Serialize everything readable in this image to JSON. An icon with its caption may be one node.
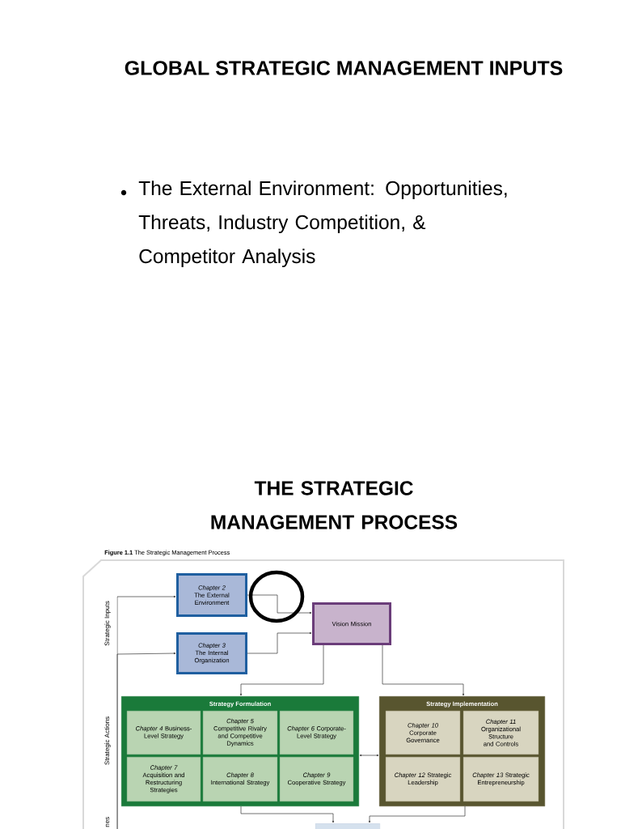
{
  "diagram": {
    "title": "GLOBAL STRATEGIC MANAGEMENT INPUTS",
    "nodes": [
      {
        "text": [
          "*Chapter 2* The External Environment"
        ]
      },
      {
        "text": [
          "*Chapter 3* The Internal Organization"
        ]
      },
      {
        "text": [
          "Vision Mission"
        ]
      },
      {
        "text": [
          "Strategy Formulation"
        ]
      },
      {
        "text": [
          "*Chapter 4* Business-Level Strategy"
        ],
        "in": 3
      },
      {
        "text": [
          "*Chapter 5* Competitive Rivalry and Competitive Dynamics"
        ],
        "in": 3
      },
      {
        "text": [
          "*Chapter 6* Corporate-Level Strategy"
        ],
        "in": 3
      },
      {
        "text": [
          "*Chapter 7* Acquisition and Restructuring Strategies"
        ],
        "in": 3
      },
      {
        "text": [
          "*Chapter 8* International Strategy"
        ],
        "in": 3
      },
      {
        "text": [
          "*Chapter 9* Cooperative Strategy"
        ],
        "in": 3
      },
      {
        "text": [
          "Strategy Implementation"
        ]
      },
      {
        "text": [
          "*Chapter 10* Corporate Governance"
        ],
        "in": 10
      },
      {
        "text": [
          "*Chapter 11* Organizational Structure and Controls"
        ],
        "in": 10
      },
      {
        "text": [
          "*Chapter 12* Strategic Leadership"
        ],
        "in": 10
      },
      {
        "text": [
          "*Chapter 13* Strategic Entrepreneurship"
        ],
        "in": 10
      },
      {
        "text": [],
        "shape": "box"
      }
    ],
    "edges": [
      {
        "from": 0,
        "to": 2,
        "arrow": "to"
      },
      {
        "from": 1,
        "to": 2,
        "arrow": "to"
      },
      {
        "from": 2,
        "to": 3,
        "arrow": "to"
      },
      {
        "from": 2,
        "to": 10,
        "arrow": "to"
      },
      {
        "from": 3,
        "to": 10,
        "arrow": "both"
      },
      {
        "from": 3,
        "to": 15,
        "arrow": "to"
      },
      {
        "from": 10,
        "to": 15,
        "arrow": "to"
      },
      {
        "from": null,
        "to": 0,
        "arrow": "to"
      },
      {
        "from": null,
        "to": 1,
        "arrow": "to"
      }
    ],
    "labels": [
      "The External Environment: Opportunities, Threats, Industry Competition, & Competitor Analysis",
      "THE STRATEGIC MANAGEMENT PROCESS",
      "**Figure 1.1** The Strategic Management Process",
      "Strategic Inputs",
      "Strategic Actions",
      "nes"
    ]
  }
}
